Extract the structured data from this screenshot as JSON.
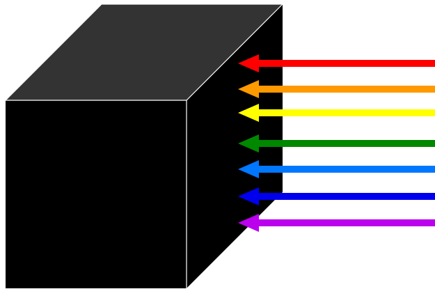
{
  "scene": {
    "background": "#ffffff",
    "cube": {
      "front_color": "#000000",
      "top_color": "#333333",
      "side_color": "#000000",
      "edge_color": "#ffffff"
    },
    "light_rays": [
      {
        "name": "red",
        "color": "#ff0000"
      },
      {
        "name": "orange",
        "color": "#ff9900"
      },
      {
        "name": "yellow",
        "color": "#ffff00"
      },
      {
        "name": "green",
        "color": "#008800"
      },
      {
        "name": "light-blue",
        "color": "#0077ff"
      },
      {
        "name": "blue",
        "color": "#0000ee"
      },
      {
        "name": "violet",
        "color": "#bb00ee"
      }
    ]
  }
}
